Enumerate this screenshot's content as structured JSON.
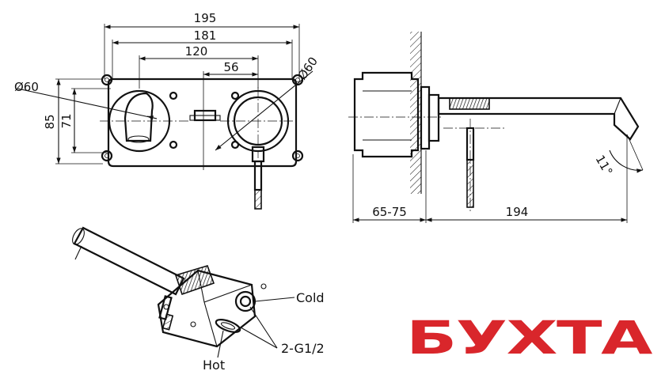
{
  "front_view": {
    "dims": {
      "total_width": "195",
      "mount_width": "181",
      "center_span": "120",
      "lever_offset": "56",
      "height_outer": "85",
      "height_inner": "71",
      "dia_left": "Ø60",
      "dia_right": "Ø60"
    }
  },
  "side_view": {
    "dims": {
      "wall_depth": "65-75",
      "spout_length": "194",
      "angle": "11°"
    }
  },
  "iso_view": {
    "labels": {
      "cold": "Cold",
      "hot": "Hot",
      "thread": "2-G1/2"
    }
  },
  "brand": {
    "watermark": "БУХТА",
    "color": "#d9262b"
  }
}
